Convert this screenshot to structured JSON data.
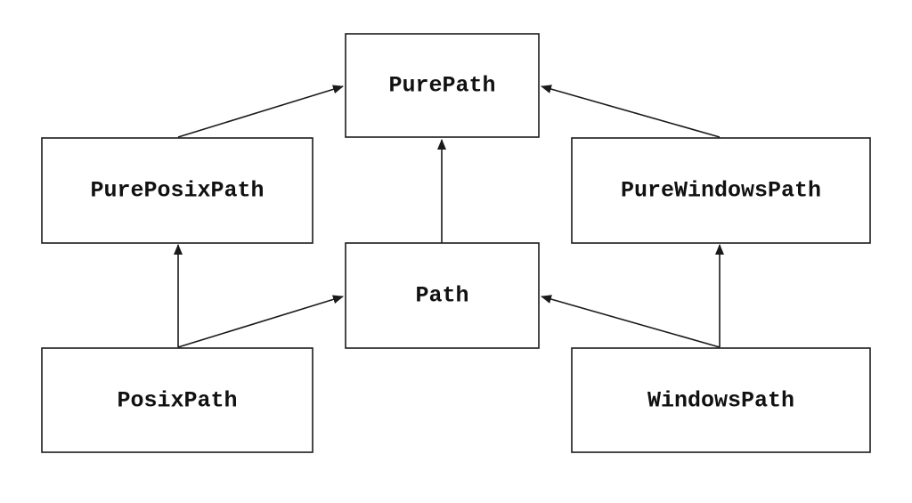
{
  "nodes": {
    "pure_path": "PurePath",
    "pure_posix_path": "PurePosixPath",
    "pure_windows_path": "PureWindowsPath",
    "path": "Path",
    "posix_path": "PosixPath",
    "windows_path": "WindowsPath"
  },
  "edges": [
    {
      "from": "PurePosixPath",
      "to": "PurePath"
    },
    {
      "from": "PureWindowsPath",
      "to": "PurePath"
    },
    {
      "from": "Path",
      "to": "PurePath"
    },
    {
      "from": "PosixPath",
      "to": "PurePosixPath"
    },
    {
      "from": "PosixPath",
      "to": "Path"
    },
    {
      "from": "WindowsPath",
      "to": "Path"
    },
    {
      "from": "WindowsPath",
      "to": "PureWindowsPath"
    }
  ],
  "colors": {
    "stroke": "#1a1a1a",
    "background": "#ffffff"
  }
}
